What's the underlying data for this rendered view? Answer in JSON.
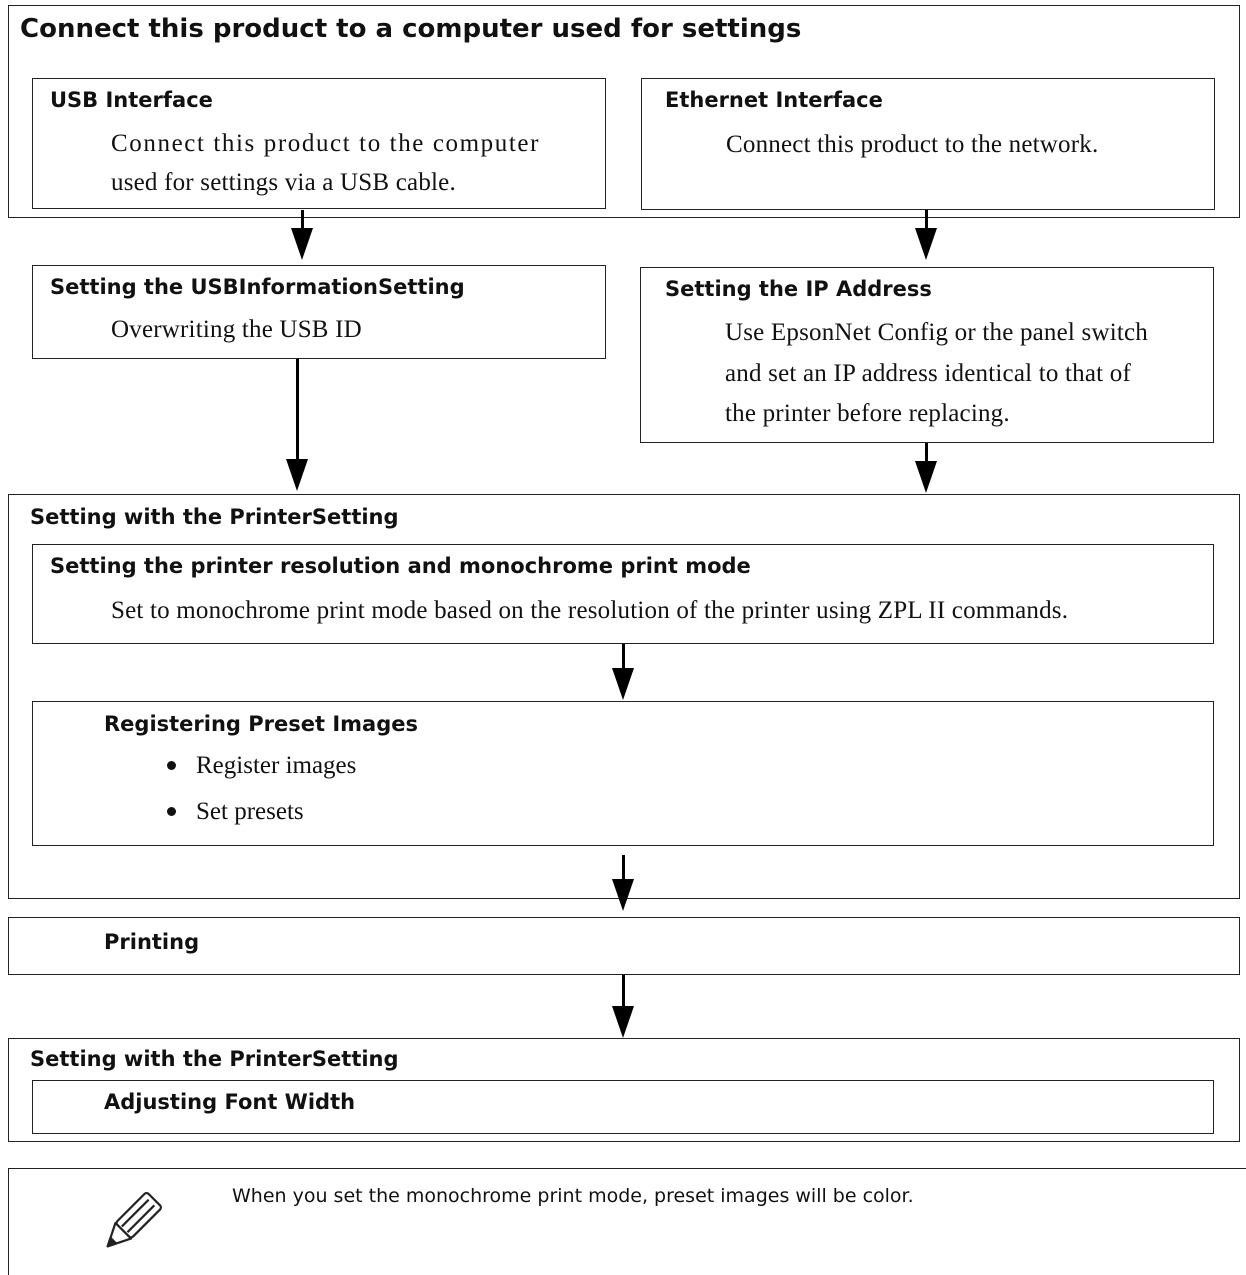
{
  "connect": {
    "title": "Connect this product to a computer used for settings",
    "usb": {
      "title": "USB Interface",
      "body_line1": "Connect this product to the computer",
      "body_line2": "used for settings via a USB cable."
    },
    "ethernet": {
      "title": "Ethernet Interface",
      "body": "Connect this product to the network."
    }
  },
  "usb_info": {
    "title": "Setting the USBInformationSetting",
    "body": "Overwriting the USB ID"
  },
  "ip": {
    "title": "Setting the IP Address",
    "body_line1": "Use EpsonNet Config or the panel switch",
    "body_line2": "and set an IP address identical to that of",
    "body_line3": "the printer before replacing."
  },
  "printer_setting": {
    "title": "Setting with the PrinterSetting",
    "resolution": {
      "title": "Setting the printer resolution and monochrome print mode",
      "body": "Set to monochrome print mode based on the resolution of the printer using ZPL II commands."
    },
    "preset": {
      "title": "Registering Preset Images",
      "items": [
        "Register images",
        "Set presets"
      ]
    }
  },
  "printing": {
    "title": "Printing"
  },
  "printer_setting2": {
    "title": "Setting with the PrinterSetting",
    "font": {
      "title": "Adjusting Font Width"
    }
  },
  "note": {
    "icon": "pencil-icon",
    "text": "When you set the monochrome print mode, preset images will be color."
  }
}
